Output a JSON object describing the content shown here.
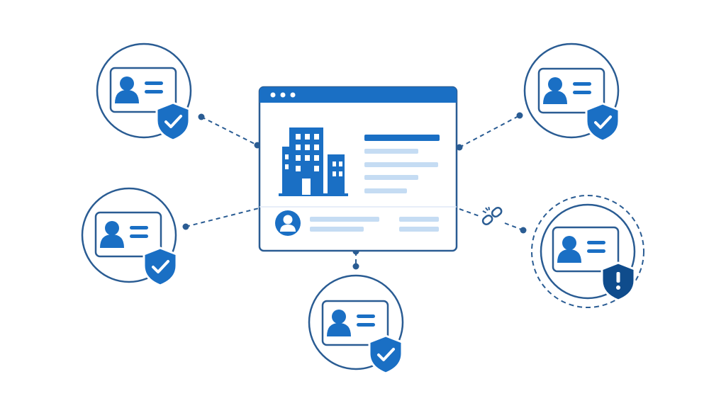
{
  "colors": {
    "primary": "#1a6fc4",
    "stroke": "#2a5c93",
    "light": "#c5dcf3",
    "warning": "#0f4c8c",
    "background": "#ffffff"
  },
  "hub": {
    "type": "organization-directory-window",
    "icons": [
      "building-icon",
      "user-avatar-icon"
    ],
    "window_controls": 3
  },
  "nodes": [
    {
      "id": "top-left",
      "icon": "id-card-icon",
      "badge": "shield-check-icon",
      "status": "verified",
      "link": "connected"
    },
    {
      "id": "mid-left",
      "icon": "id-card-icon",
      "badge": "shield-check-icon",
      "status": "verified",
      "link": "connected"
    },
    {
      "id": "bottom",
      "icon": "id-card-icon",
      "badge": "shield-check-icon",
      "status": "verified",
      "link": "connected"
    },
    {
      "id": "top-right",
      "icon": "id-card-icon",
      "badge": "shield-check-icon",
      "status": "verified",
      "link": "connected"
    },
    {
      "id": "mid-right",
      "icon": "id-card-icon",
      "badge": "shield-alert-icon",
      "status": "warning",
      "link": "broken-link-icon"
    }
  ]
}
